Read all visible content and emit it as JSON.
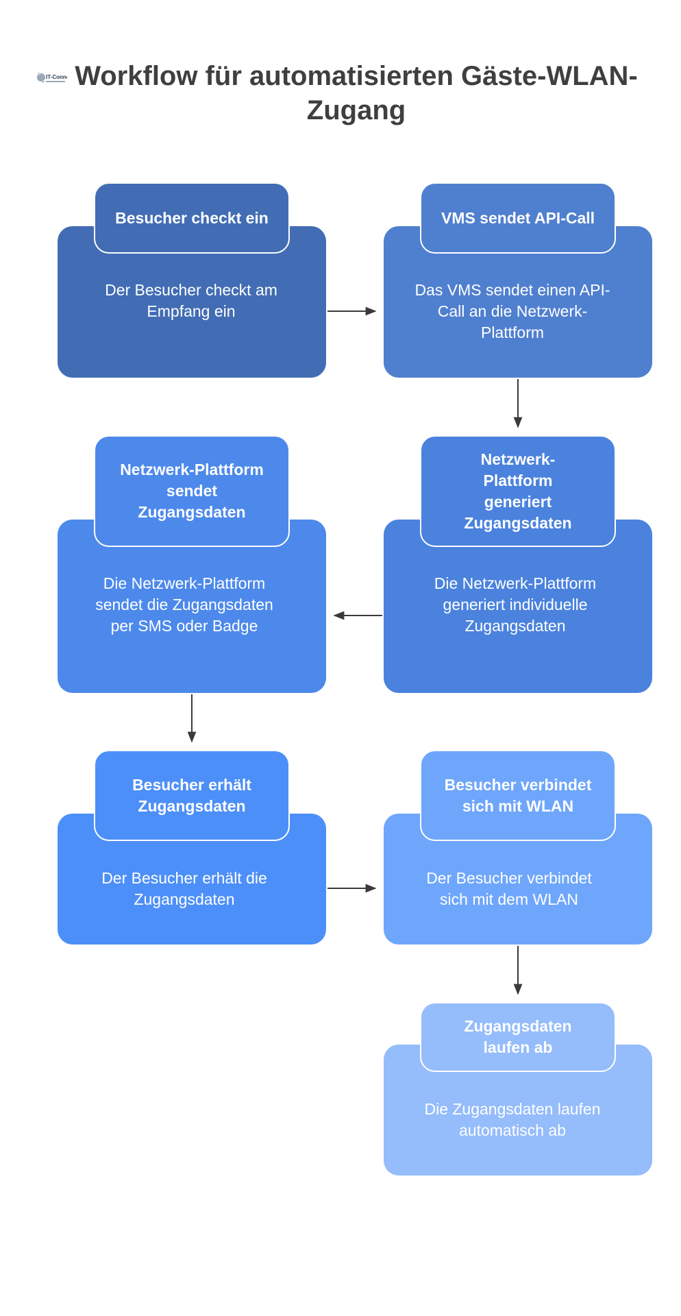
{
  "title": "Workflow für automatisierten Gäste-WLAN-Zugang",
  "logo_text": "IT-Connect",
  "steps": [
    {
      "heading": "Besucher checkt ein",
      "text": "Der Besucher checkt am Empfang ein",
      "color": "#426db4"
    },
    {
      "heading": "VMS sendet API-Call",
      "text": "Das VMS sendet einen API-Call an die Netzwerk-Plattform",
      "color": "#4f7fcf"
    },
    {
      "heading": "Netzwerk-Plattform generiert Zugangsdaten",
      "text": "Die Netzwerk-Plattform generiert individuelle Zugangsdaten",
      "color": "#4a82dd"
    },
    {
      "heading": "Netzwerk-Plattform sendet Zugangsdaten",
      "text": "Die Netzwerk-Plattform sendet die Zugangsdaten per SMS oder Badge",
      "color": "#4c89eb"
    },
    {
      "heading": "Besucher erhält Zugangsdaten",
      "text": "Der Besucher erhält die Zugangsdaten",
      "color": "#4d8ff8"
    },
    {
      "heading": "Besucher verbindet sich mit WLAN",
      "text": "Der Besucher verbindet sich mit dem WLAN",
      "color": "#6ea6fb"
    },
    {
      "heading": "Zugangsdaten laufen ab",
      "text": "Die Zugangsdaten laufen automatisch ab",
      "color": "#95bcfb"
    }
  ]
}
